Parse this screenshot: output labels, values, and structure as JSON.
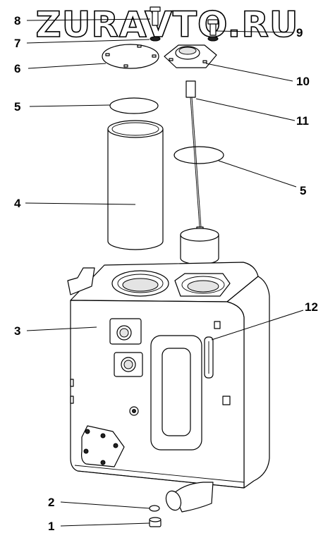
{
  "watermark": {
    "text": "ZURAVTO.RU"
  },
  "callouts": [
    {
      "id": "c8",
      "label": "8"
    },
    {
      "id": "c7",
      "label": "7"
    },
    {
      "id": "c9",
      "label": "9"
    },
    {
      "id": "c6",
      "label": "6"
    },
    {
      "id": "c10",
      "label": "10"
    },
    {
      "id": "c5a",
      "label": "5"
    },
    {
      "id": "c11",
      "label": "11"
    },
    {
      "id": "c5b",
      "label": "5"
    },
    {
      "id": "c4",
      "label": "4"
    },
    {
      "id": "c12",
      "label": "12"
    },
    {
      "id": "c3",
      "label": "3"
    },
    {
      "id": "c2",
      "label": "2"
    },
    {
      "id": "c1",
      "label": "1"
    }
  ]
}
